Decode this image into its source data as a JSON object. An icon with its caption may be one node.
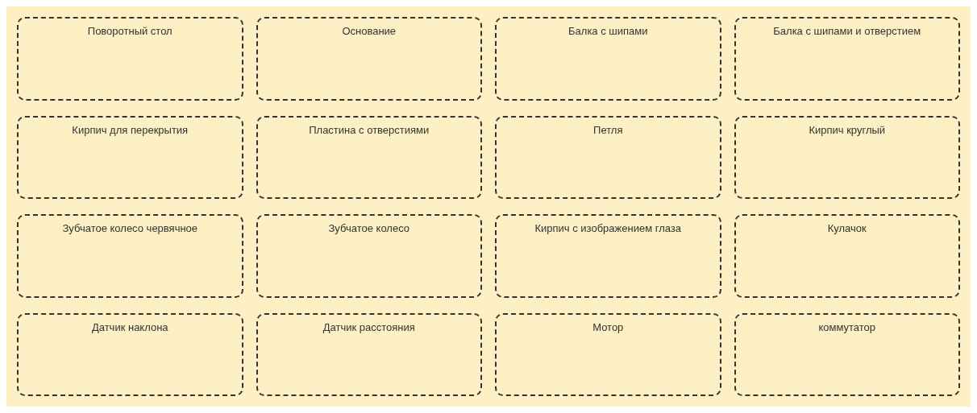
{
  "diagram": {
    "nodes": [
      {
        "text": [
          "Поворотный стол"
        ]
      },
      {
        "text": [
          "Основание"
        ]
      },
      {
        "text": [
          "Балка с шипами"
        ]
      },
      {
        "text": [
          "Балка с шипами и отверстием"
        ]
      },
      {
        "text": [
          "Кирпич для перекрытия"
        ]
      },
      {
        "text": [
          "Пластина с отверстиями"
        ]
      },
      {
        "text": [
          "Петля"
        ]
      },
      {
        "text": [
          "Кирпич круглый"
        ]
      },
      {
        "text": [
          "Зубчатое колесо червячное"
        ]
      },
      {
        "text": [
          "Зубчатое колесо"
        ]
      },
      {
        "text": [
          "Кирпич с изображением глаза"
        ]
      },
      {
        "text": [
          "Кулачок"
        ]
      },
      {
        "text": [
          "Датчик наклона"
        ]
      },
      {
        "text": [
          "Датчик расстояния"
        ]
      },
      {
        "text": [
          "Мотор"
        ]
      },
      {
        "text": [
          "коммутатор"
        ]
      }
    ]
  }
}
